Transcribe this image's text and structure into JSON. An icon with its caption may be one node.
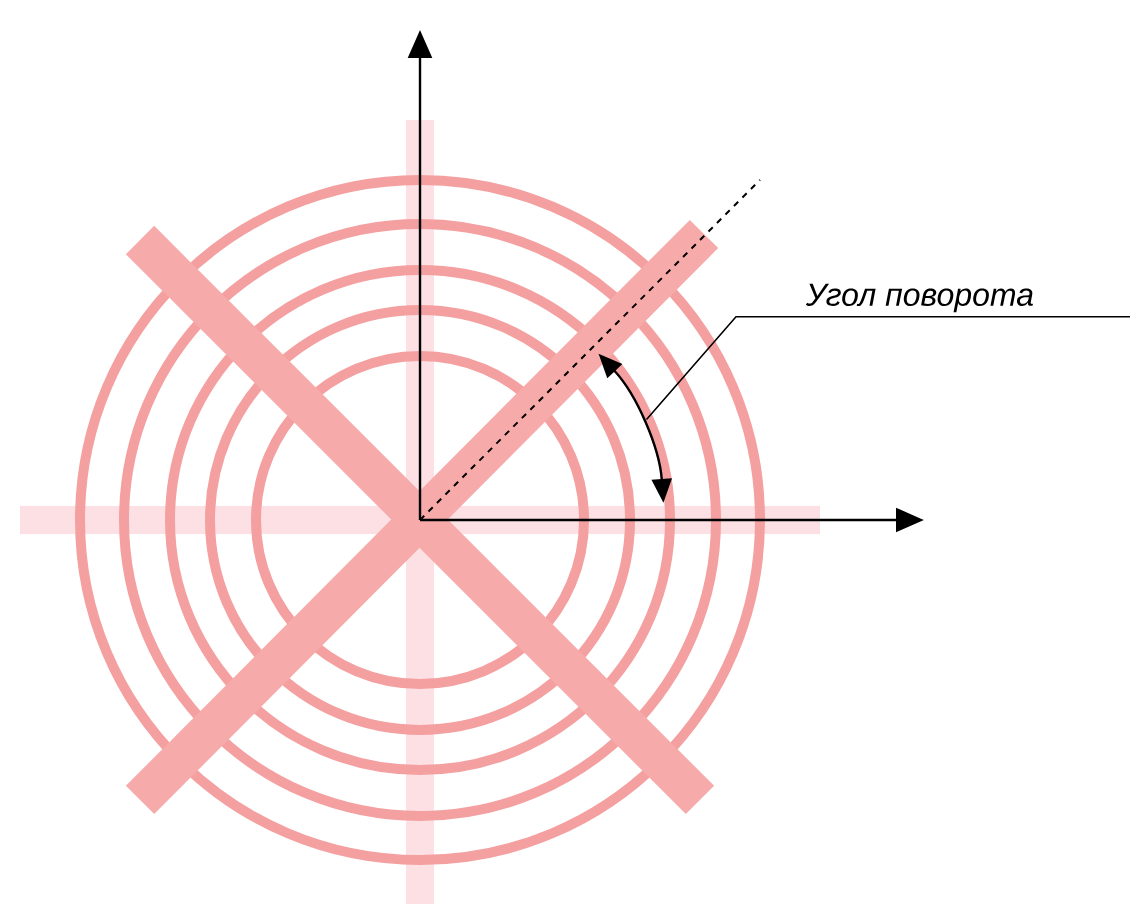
{
  "diagram": {
    "nodes": [
      {
        "text": [
          "Угол поворота"
        ]
      },
      {
        "text": [],
        "shape": "arc"
      }
    ],
    "edges": [
      {
        "from": 0,
        "to": 1,
        "arrow": "none"
      }
    ]
  }
}
